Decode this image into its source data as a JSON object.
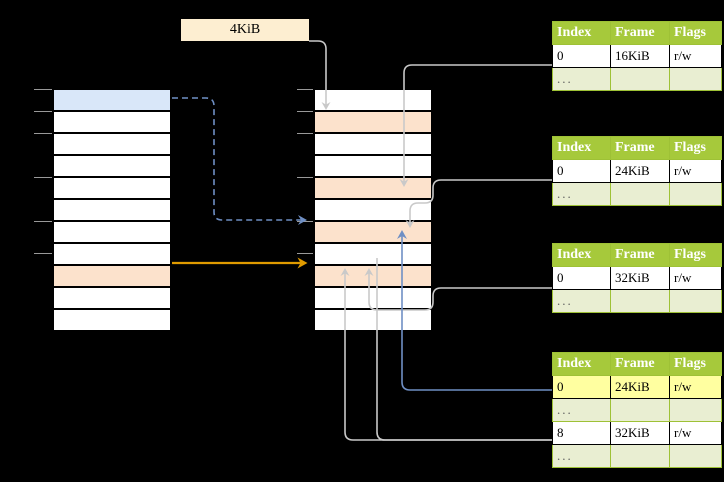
{
  "diagram": {
    "title": "multi-level page table address translation",
    "background": "#000000",
    "callout": {
      "label": "4KiB",
      "fill": "#fdeed1"
    },
    "colors": {
      "header_green": "#a6c93b",
      "ellipsis_row": "#e9eed2",
      "highlight_yellow": "#ffffa0",
      "row_blue": "#d9e7f9",
      "row_peach": "#fce2cc",
      "arrow_blue": "#6f8fc4",
      "arrow_orange": "#e09b00",
      "wire_gray": "#bdbdbd"
    },
    "left_column": {
      "name": "virtual-address-space-column",
      "row_count": 11,
      "rows": [
        {
          "index": 0,
          "fill": "blue"
        },
        {
          "index": 1,
          "fill": "white"
        },
        {
          "index": 2,
          "fill": "white"
        },
        {
          "index": 3,
          "fill": "white"
        },
        {
          "index": 4,
          "fill": "white"
        },
        {
          "index": 5,
          "fill": "white"
        },
        {
          "index": 6,
          "fill": "white"
        },
        {
          "index": 7,
          "fill": "white"
        },
        {
          "index": 8,
          "fill": "peach"
        },
        {
          "index": 9,
          "fill": "white"
        },
        {
          "index": 10,
          "fill": "white"
        }
      ]
    },
    "middle_column": {
      "name": "physical-memory-column",
      "row_count": 11,
      "rows": [
        {
          "index": 0,
          "fill": "white"
        },
        {
          "index": 1,
          "fill": "peach"
        },
        {
          "index": 2,
          "fill": "white"
        },
        {
          "index": 3,
          "fill": "white"
        },
        {
          "index": 4,
          "fill": "peach"
        },
        {
          "index": 5,
          "fill": "white"
        },
        {
          "index": 6,
          "fill": "peach"
        },
        {
          "index": 7,
          "fill": "white"
        },
        {
          "index": 8,
          "fill": "peach"
        },
        {
          "index": 9,
          "fill": "white"
        },
        {
          "index": 10,
          "fill": "white"
        }
      ]
    },
    "page_tables": [
      {
        "name": "page-table-1",
        "columns": [
          "Index",
          "Frame",
          "Flags"
        ],
        "rows": [
          {
            "cells": [
              "0",
              "16KiB",
              "r/w"
            ],
            "ellipsis": false,
            "highlight": []
          },
          {
            "cells": [
              "...",
              "",
              ""
            ],
            "ellipsis": true,
            "highlight": []
          }
        ]
      },
      {
        "name": "page-table-2",
        "columns": [
          "Index",
          "Frame",
          "Flags"
        ],
        "rows": [
          {
            "cells": [
              "0",
              "24KiB",
              "r/w"
            ],
            "ellipsis": false,
            "highlight": []
          },
          {
            "cells": [
              "...",
              "",
              ""
            ],
            "ellipsis": true,
            "highlight": []
          }
        ]
      },
      {
        "name": "page-table-3",
        "columns": [
          "Index",
          "Frame",
          "Flags"
        ],
        "rows": [
          {
            "cells": [
              "0",
              "32KiB",
              "r/w"
            ],
            "ellipsis": false,
            "highlight": []
          },
          {
            "cells": [
              "...",
              "",
              ""
            ],
            "ellipsis": true,
            "highlight": []
          }
        ]
      },
      {
        "name": "page-table-4",
        "columns": [
          "Index",
          "Frame",
          "Flags"
        ],
        "rows": [
          {
            "cells": [
              "0",
              "24KiB",
              "r/w"
            ],
            "ellipsis": false,
            "highlight": [
              0,
              1,
              2
            ]
          },
          {
            "cells": [
              "...",
              "",
              ""
            ],
            "ellipsis": true,
            "highlight": []
          },
          {
            "cells": [
              "8",
              "32KiB",
              "r/w"
            ],
            "ellipsis": false,
            "highlight": []
          },
          {
            "cells": [
              "...",
              "",
              ""
            ],
            "ellipsis": true,
            "highlight": []
          }
        ]
      }
    ]
  }
}
